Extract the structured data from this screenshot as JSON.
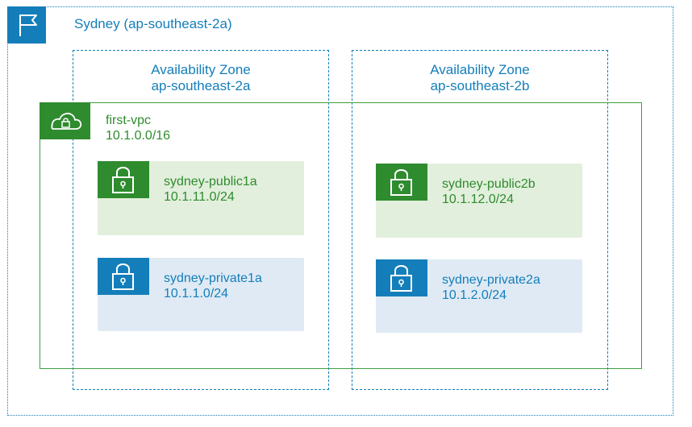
{
  "region": {
    "label": "Sydney (ap-southeast-2a)",
    "icon": "flag-icon",
    "color": "#147eba"
  },
  "availability_zones": [
    {
      "title": "Availability Zone",
      "id": "ap-southeast-2a"
    },
    {
      "title": "Availability Zone",
      "id": "ap-southeast-2b"
    }
  ],
  "vpc": {
    "name": "first-vpc",
    "cidr": "10.1.0.0/16",
    "icon": "cloud-lock-icon",
    "color": "#2e8b2e"
  },
  "subnets": [
    {
      "name": "sydney-public1a",
      "cidr": "10.1.11.0/24",
      "type": "public",
      "icon": "lock-icon"
    },
    {
      "name": "sydney-public2b",
      "cidr": "10.1.12.0/24",
      "type": "public",
      "icon": "lock-icon"
    },
    {
      "name": "sydney-private1a",
      "cidr": "10.1.1.0/24",
      "type": "private",
      "icon": "lock-icon"
    },
    {
      "name": "sydney-private2a",
      "cidr": "10.1.2.0/24",
      "type": "private",
      "icon": "lock-icon"
    }
  ],
  "colors": {
    "public_fill": "#e2efdc",
    "private_fill": "#dfeaf4"
  }
}
